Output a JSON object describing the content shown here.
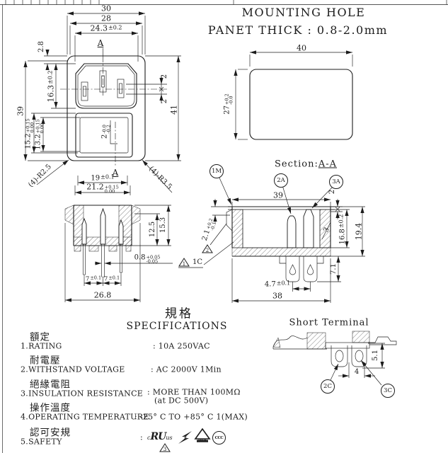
{
  "titles": {
    "mounting_hole": "MOUNTING HOLE",
    "panel_thick": "PANET THICK : 0.8-2.0mm",
    "section_prefix": "Section:",
    "section_ref": "A-A",
    "short_terminal": "Short Terminal"
  },
  "front": {
    "d30": "30",
    "d28": "28",
    "d243": {
      "v": "24.3",
      "t": "±0.2"
    },
    "a_top": "A",
    "a_bottom": "A",
    "d28v": "2.8",
    "d163": {
      "v": "16.3",
      "t": "±0.2"
    },
    "d39": "39",
    "d41": "41",
    "d2_up": "2",
    "d2_dn": "2",
    "d152": {
      "v": "15.2",
      "tt": "+0.15",
      "tb": "0.00"
    },
    "d132": {
      "v": "13.2",
      "tt": "+0.15",
      "tb": "0.00"
    },
    "d2c": {
      "v": "2",
      "tt": "-0.0",
      "tb": "-0.2"
    },
    "d19": {
      "v": "19",
      "t": "±0.1"
    },
    "d212": {
      "v": "21.2",
      "tt": "+0.15",
      "tb": "0.00"
    },
    "r_corner_small": "(4)-R2.5",
    "r_corner_large": "(4)-R3.5"
  },
  "hole": {
    "d40": "40",
    "d27": {
      "v": "27",
      "tt": "+0.2",
      "tb": "-0.0"
    }
  },
  "section": {
    "d39": "39",
    "d2": "2",
    "d21": {
      "v": "2.1",
      "tt": "+0.2",
      "tb": "-0.1"
    },
    "d168": {
      "v": "16.8",
      "t": "±0.2"
    },
    "d194": "19.4",
    "d3": "3",
    "d71": "7.1",
    "d47": {
      "v": "4.7",
      "t": "±0.1"
    },
    "d38": "38",
    "note_1c": "1C",
    "tri1": "1",
    "tri2": "2",
    "b1": "1M",
    "b2": "2A",
    "b3": "3A"
  },
  "side": {
    "d125": "12.5",
    "d153": "15.3",
    "d08": {
      "v": "0.8",
      "tt": "+0.05",
      "tb": "-0.05"
    },
    "d7a": {
      "v": "7",
      "t": "±0.1"
    },
    "d7b": {
      "v": "7",
      "t": "±0.1"
    },
    "d268": "26.8"
  },
  "short": {
    "d51": "5.1",
    "d4": "4",
    "b2c": "2C",
    "b3c": "3C"
  },
  "specs": {
    "heading_cn": "規格",
    "heading_en": "SPECIFICATIONS",
    "items": [
      {
        "cn": "額定",
        "en": "1.RATING",
        "val": ": 10A 250VAC"
      },
      {
        "cn": "耐電壓",
        "en": "2.WITHSTAND VOLTAGE",
        "val": ": AC 2000V 1Min"
      },
      {
        "cn": "絕緣電阻",
        "en": "3.INSULATION RESISTANCE",
        "val": ": MORE THAN 100MΩ",
        "val2": "(at DC 500V)"
      },
      {
        "cn": "操作溫度",
        "en": "4.OPERATING TEMPERATURE",
        "val": ": -25° C TO +85° C 1(MAX)"
      },
      {
        "cn": "認可安規",
        "en": "5.SAFETY",
        "val": ":"
      }
    ],
    "logos": {
      "ul_c": "c",
      "ul_ru": "RU",
      "ul_us": "us",
      "ul_tri": "3",
      "vde": "DVE",
      "ccc": "CCC"
    },
    "safety_icons": [
      "ul-recognized-mark",
      "triangle-note-3",
      "lightning-mark",
      "vde-triangle-mark",
      "ccc-mark"
    ]
  }
}
